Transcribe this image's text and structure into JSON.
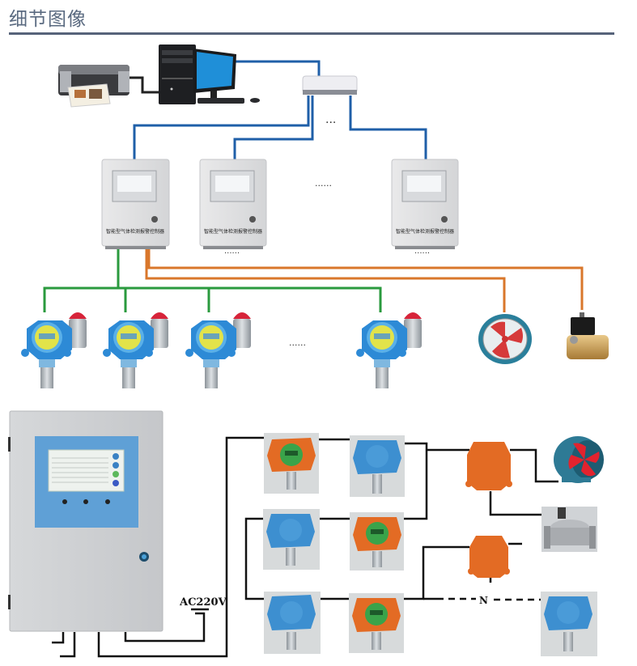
{
  "header": {
    "title": "细节图像"
  },
  "top_diagram": {
    "controller_label": "智能型气体检测报警控制器",
    "ellipsis_router": "...",
    "ellipsis_controllers": "......",
    "ellipsis_ports": "......",
    "ellipsis_detectors": "......",
    "devices": [
      "printer",
      "computer",
      "network-switch",
      "controller",
      "controller",
      "controller",
      "gas-detector",
      "gas-detector",
      "gas-detector",
      "gas-detector",
      "axial-fan",
      "solenoid-valve"
    ],
    "wire_colors": {
      "network": "#1f5fa8",
      "signal": "#2a9a3e",
      "relay": "#d9772b",
      "printer": "#222222"
    }
  },
  "bottom_diagram": {
    "power_label": "AC220V",
    "chain_label": "N",
    "wire_color": "#111111",
    "detector_colors": {
      "orange": "#e36b24",
      "blue": "#3d8fd0"
    }
  }
}
